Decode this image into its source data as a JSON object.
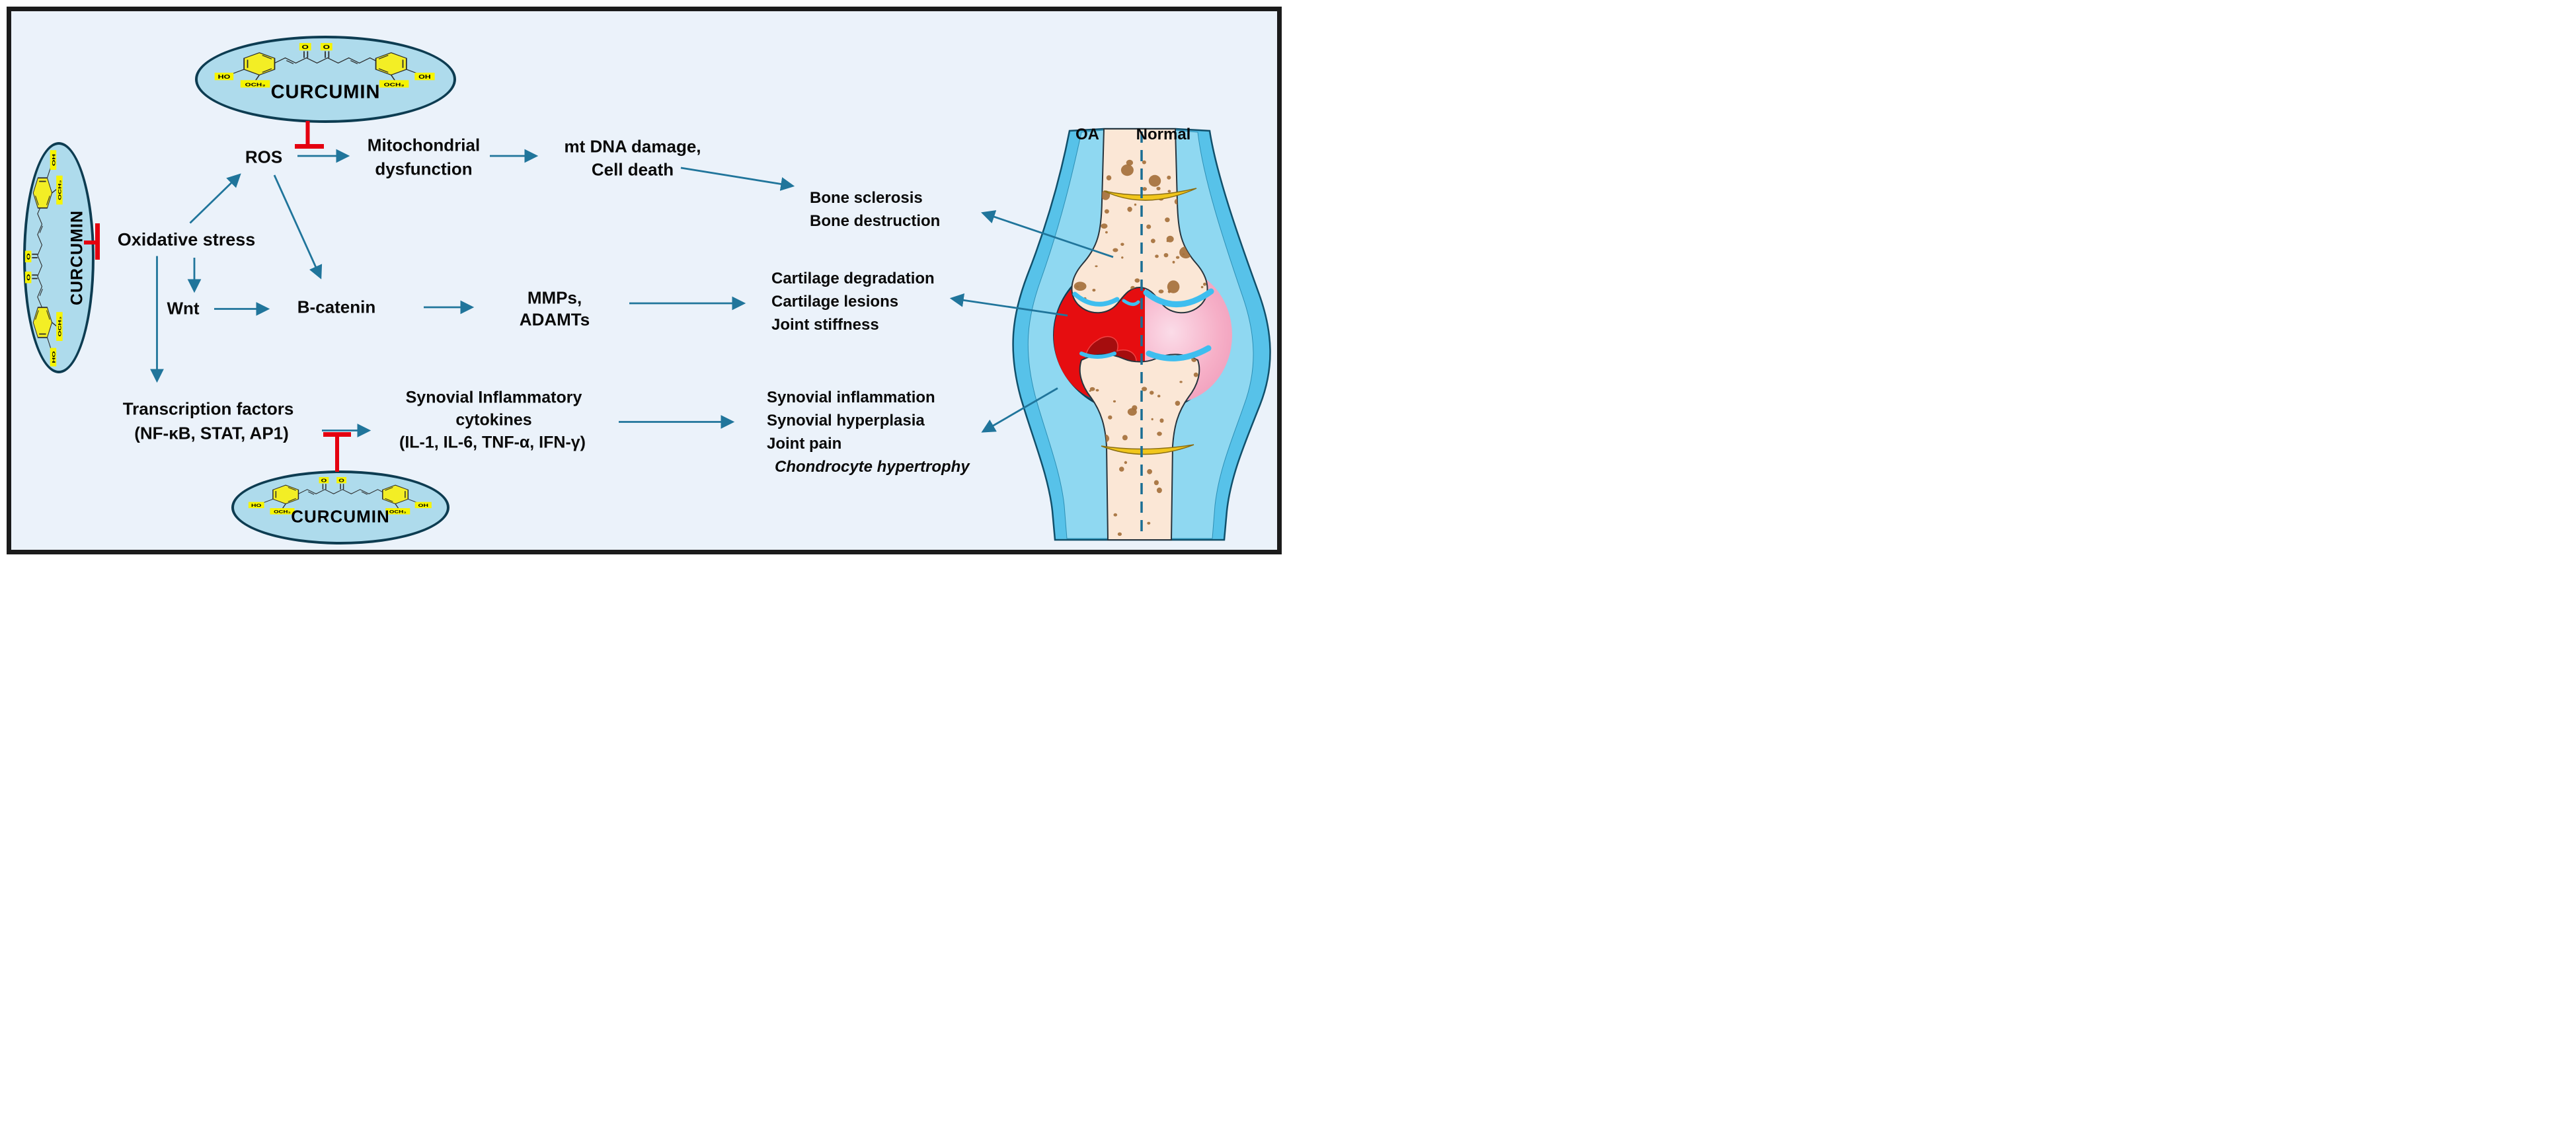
{
  "palette": {
    "background": "#EBF2FA",
    "arrow_teal": "#20759B",
    "inhibit_red": "#E4000F",
    "capsule_fill": "#AEDBEC",
    "capsule_border": "#0D3C51",
    "bone_cream": "#FBE7D6",
    "oa_red": "#E60D10",
    "normal_pink": "#F6AFC7",
    "tissue_blue": "#57C2E9",
    "cartilage_cyan": "#3EBEEF",
    "highlight_yellow": "#F3EE25"
  },
  "curcumin": {
    "name": "CURCUMIN",
    "o": "O",
    "ho": "HO",
    "oh": "OH",
    "och3": "OCH₃"
  },
  "pathway": {
    "ros": "ROS",
    "mitochondrial": [
      "Mitochondrial",
      "dysfunction"
    ],
    "mtdna": [
      "mt DNA damage,",
      "Cell death"
    ],
    "oxidative": "Oxidative stress",
    "wnt": "Wnt",
    "bcatenin": "B-catenin",
    "mmps": [
      "MMPs,",
      "ADAMTs"
    ],
    "tf": [
      "Transcription factors",
      "(NF-κB, STAT, AP1)"
    ],
    "cytokines": [
      "Synovial Inflammatory",
      "cytokines",
      "(IL-1, IL-6, TNF-α, IFN-γ)"
    ]
  },
  "outcomes": {
    "bone": [
      "Bone sclerosis",
      "Bone destruction"
    ],
    "cartilage": [
      "Cartilage degradation",
      "Cartilage lesions",
      "Joint stiffness"
    ],
    "synovial": [
      "Synovial inflammation",
      "Synovial hyperplasia",
      "Joint pain"
    ],
    "synovial_italic": "Chondrocyte hypertrophy"
  },
  "joint": {
    "oa": "OA",
    "normal": "Normal"
  }
}
